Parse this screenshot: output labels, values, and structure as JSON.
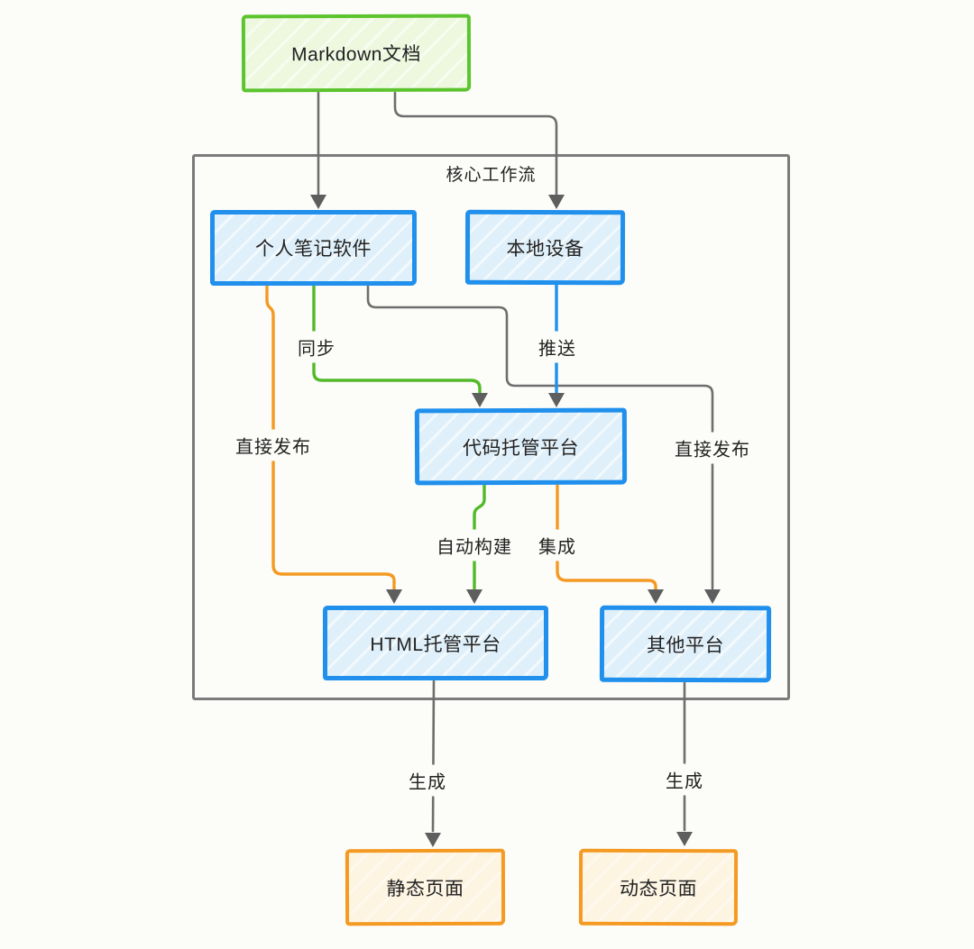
{
  "colors": {
    "bg": "#fcfcf9",
    "text": "#222222",
    "gray": "#6e6e6e",
    "arrow": "#5e5e5e",
    "green": "#5cc42e",
    "green_line": "#52ba28",
    "green_fill": "#edf8df",
    "blue": "#2090ec",
    "blue_fill": "#dff0fa",
    "orange": "#f49a22",
    "orange_fill": "#fdf4e1"
  },
  "container": {
    "label": "核心工作流"
  },
  "nodes": [
    {
      "id": "markdown-doc",
      "label": "Markdown文档",
      "style": "green"
    },
    {
      "id": "personal-notes",
      "label": "个人笔记软件",
      "style": "blue"
    },
    {
      "id": "local-device",
      "label": "本地设备",
      "style": "blue"
    },
    {
      "id": "code-hosting",
      "label": "代码托管平台",
      "style": "blue"
    },
    {
      "id": "html-hosting",
      "label": "HTML托管平台",
      "style": "blue"
    },
    {
      "id": "other-platform",
      "label": "其他平台",
      "style": "blue"
    },
    {
      "id": "static-page",
      "label": "静态页面",
      "style": "orange"
    },
    {
      "id": "dynamic-page",
      "label": "动态页面",
      "style": "orange"
    }
  ],
  "edges": [
    {
      "from": "markdown-doc",
      "to": "personal-notes",
      "label": "",
      "color": "gray"
    },
    {
      "from": "markdown-doc",
      "to": "local-device",
      "label": "",
      "color": "gray"
    },
    {
      "from": "personal-notes",
      "to": "code-hosting",
      "label": "同步",
      "color": "green"
    },
    {
      "from": "local-device",
      "to": "code-hosting",
      "label": "推送",
      "color": "blue"
    },
    {
      "from": "personal-notes",
      "to": "html-hosting",
      "label": "直接发布",
      "color": "orange"
    },
    {
      "from": "personal-notes",
      "to": "other-platform",
      "label": "直接发布",
      "color": "gray"
    },
    {
      "from": "code-hosting",
      "to": "html-hosting",
      "label": "自动构建",
      "color": "green"
    },
    {
      "from": "code-hosting",
      "to": "other-platform",
      "label": "集成",
      "color": "orange"
    },
    {
      "from": "html-hosting",
      "to": "static-page",
      "label": "生成",
      "color": "gray"
    },
    {
      "from": "other-platform",
      "to": "dynamic-page",
      "label": "生成",
      "color": "gray"
    }
  ]
}
